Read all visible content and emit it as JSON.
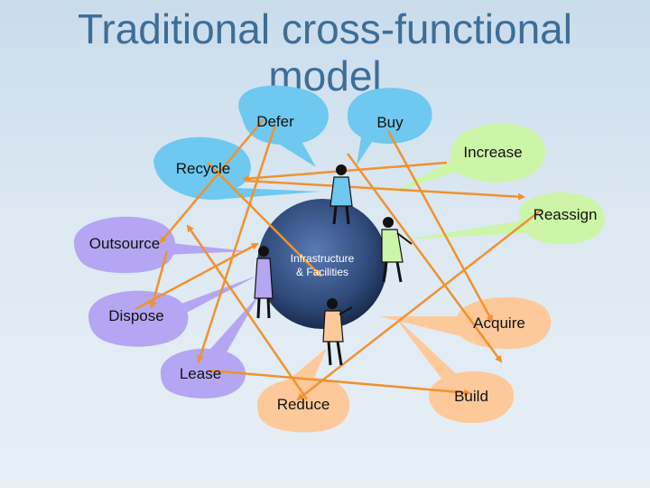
{
  "title": "Traditional cross-functional model",
  "hub": {
    "line1": "Infrastructure",
    "line2": "& Facilities"
  },
  "bubbles": {
    "defer": "Defer",
    "buy": "Buy",
    "increase": "Increase",
    "recycle": "Recycle",
    "reassign": "Reassign",
    "outsource": "Outsource",
    "dispose": "Dispose",
    "acquire": "Acquire",
    "lease": "Lease",
    "reduce": "Reduce",
    "build": "Build"
  },
  "colors": {
    "blue_bubble": "#6ec8f0",
    "green_bubble": "#ccf5a8",
    "purple_bubble": "#b4a6f2",
    "orange_bubble": "#fdc99a",
    "arrow": "#f0922e",
    "title": "#3d6e97",
    "hub_center": "#5a7ab4",
    "hub_edge": "#1a2c4e"
  }
}
